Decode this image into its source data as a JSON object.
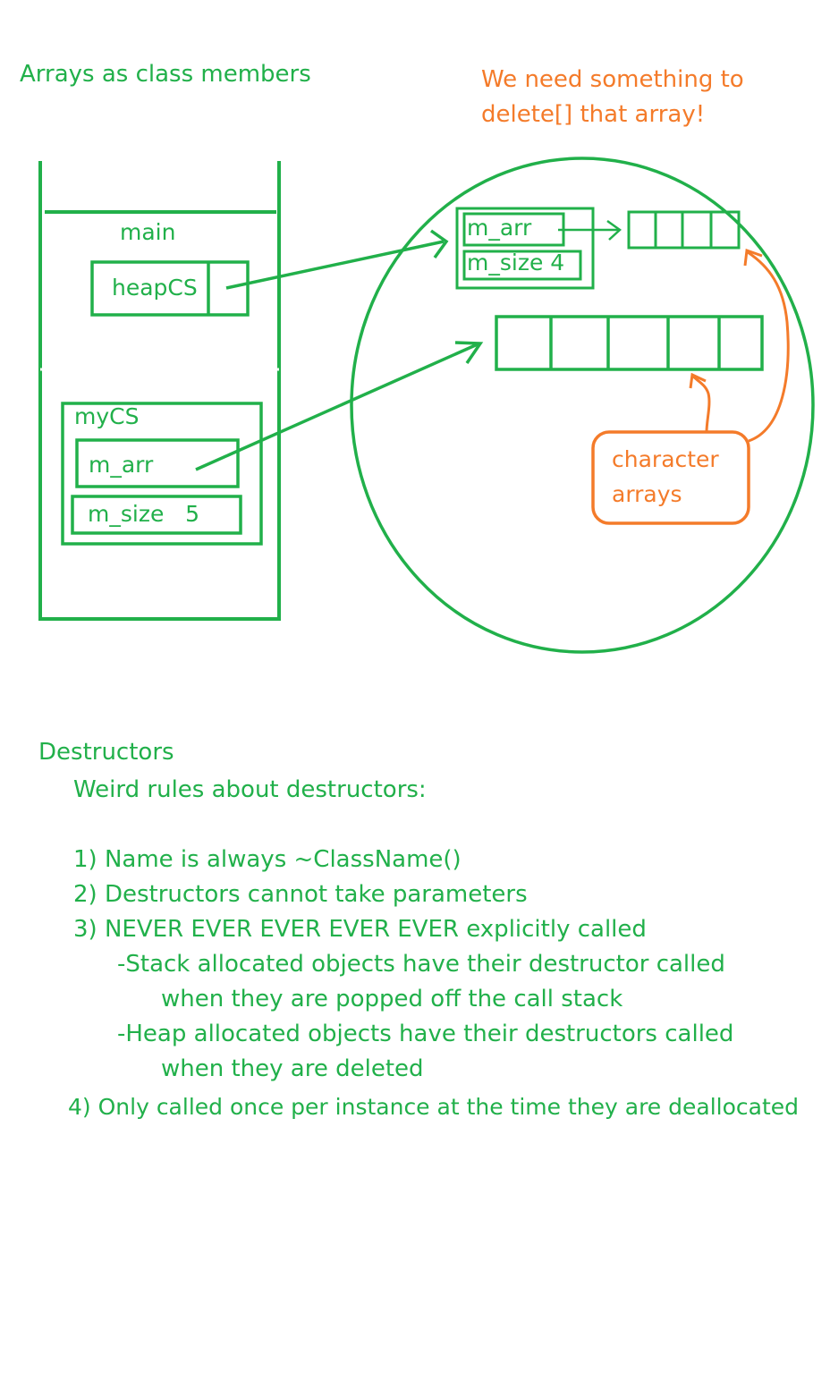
{
  "title": "Arrays as class members",
  "note": {
    "line1": "We need something to",
    "line2": "delete[] that array!"
  },
  "stack": {
    "frame_label": "main",
    "heap_pointer_label": "heapCS",
    "object_label": "myCS",
    "arr_label": "m_arr",
    "size_label": "m_size   5"
  },
  "heap": {
    "arr_label": "m_arr",
    "size_label": "m_size 4"
  },
  "callout": {
    "line1": "character",
    "line2": "arrays"
  },
  "notes": {
    "heading": "Destructors",
    "intro": "Weird rules about destructors:",
    "rule1": "1) Name is always ~ClassName()",
    "rule2": "2) Destructors cannot take parameters",
    "rule3": "3) NEVER EVER EVER EVER EVER explicitly called",
    "rule3a": "-Stack allocated objects have their destructor called",
    "rule3a_cont": "when they are popped off the call stack",
    "rule3b": "-Heap allocated objects have their destructors called",
    "rule3b_cont": "when they are deleted",
    "rule4": "4) Only called once per instance at the time they are deallocated"
  },
  "colors": {
    "green": "#21b04a",
    "orange": "#f47b2a"
  }
}
